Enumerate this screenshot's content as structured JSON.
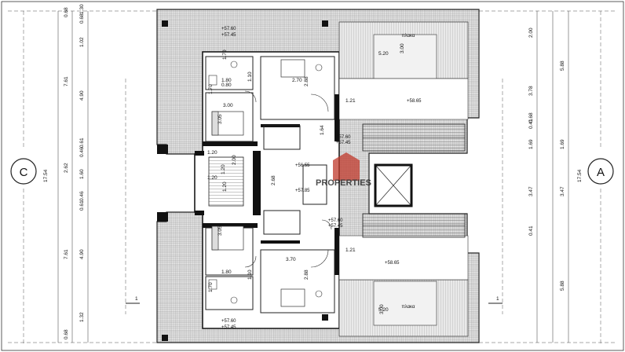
{
  "axes": {
    "left": "C",
    "right": "A"
  },
  "overall_dims": {
    "left": "17.54",
    "right": "17.54"
  },
  "left_outer_dims": [
    "0.68",
    "7.61",
    "2.62",
    "7.61",
    "0.68"
  ],
  "left_inner_dims": [
    "1.02",
    "0.68",
    "1.30",
    "4.90",
    "0.61",
    "0.46",
    "1.60",
    "0.46",
    "0.61",
    "4.90",
    "1.32"
  ],
  "right_outer_dims": [
    "5.88",
    "1.69",
    "3.47",
    "5.88"
  ],
  "right_inner_dims": [
    "2.00",
    "3.78",
    "0.68",
    "0.41",
    "1.69",
    "3.47",
    "0.41"
  ],
  "room_dims": [
    "5.20",
    "3.00",
    "5.20",
    "3.00",
    "3.00",
    "3.05",
    "3.70",
    "2.88",
    "2.70",
    "2.88",
    "1.64",
    "2.68",
    "1.20",
    "1.20",
    "3.05",
    "1.80",
    "1.70",
    "1.10",
    "1.10",
    "1.80",
    "1.70",
    "1.21",
    "1.21",
    "0.80",
    "1.70",
    "2.00",
    "1.20",
    "1.20"
  ],
  "levels": [
    "+57.60",
    "+57.45",
    "+57.60",
    "+57.45",
    "+57.60",
    "+57.45",
    "+57.60",
    "+57.45",
    "+58.65",
    "+58.65",
    "+56.55",
    "+57.85"
  ],
  "deck_labels": [
    "πλακα",
    "πλακα"
  ],
  "section_marks": [
    "1",
    "1"
  ],
  "watermark": {
    "line1": "PROPERTIES"
  },
  "colors": {
    "line": "#222222",
    "hatch": "#9a9a9a",
    "wall": "#111111",
    "grid": "#555555",
    "wm_red": "#c0392b",
    "wm_gray": "#7f7f7f"
  }
}
